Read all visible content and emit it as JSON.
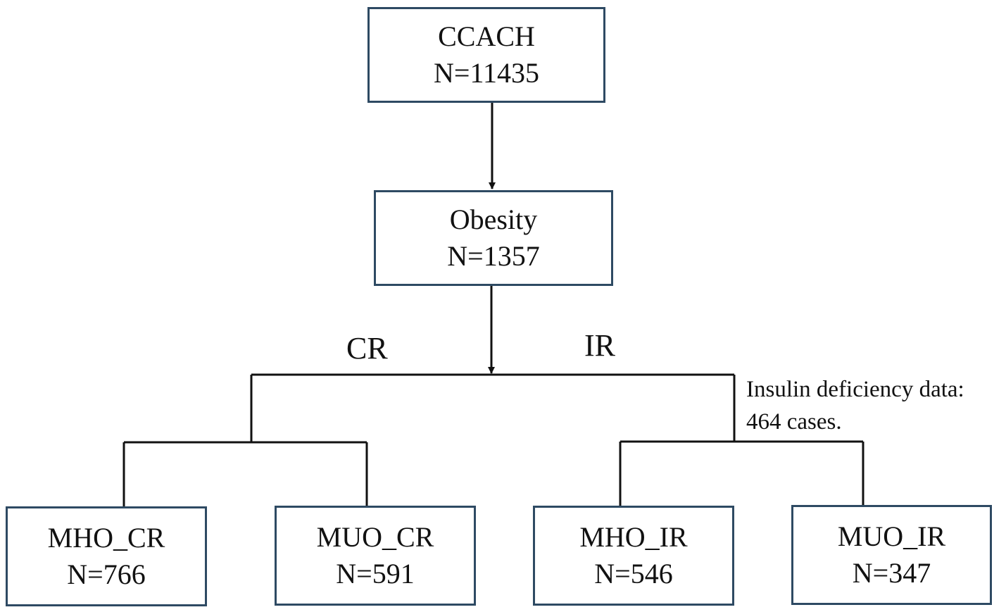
{
  "nodes": {
    "ccach": {
      "name": "CCACH",
      "count": "N=11435"
    },
    "obesity": {
      "name": "Obesity",
      "count": "N=1357"
    },
    "mho_cr": {
      "name": "MHO_CR",
      "count": "N=766"
    },
    "muo_cr": {
      "name": "MUO_CR",
      "count": "N=591"
    },
    "mho_ir": {
      "name": "MHO_IR",
      "count": "N=546"
    },
    "muo_ir": {
      "name": "MUO_IR",
      "count": "N=347"
    }
  },
  "branches": {
    "left_label": "CR",
    "right_label": "IR"
  },
  "note": {
    "line1": "Insulin deficiency data:",
    "line2": "464 cases."
  },
  "colors": {
    "box_border": "#2e4a63",
    "line": "#111111"
  }
}
